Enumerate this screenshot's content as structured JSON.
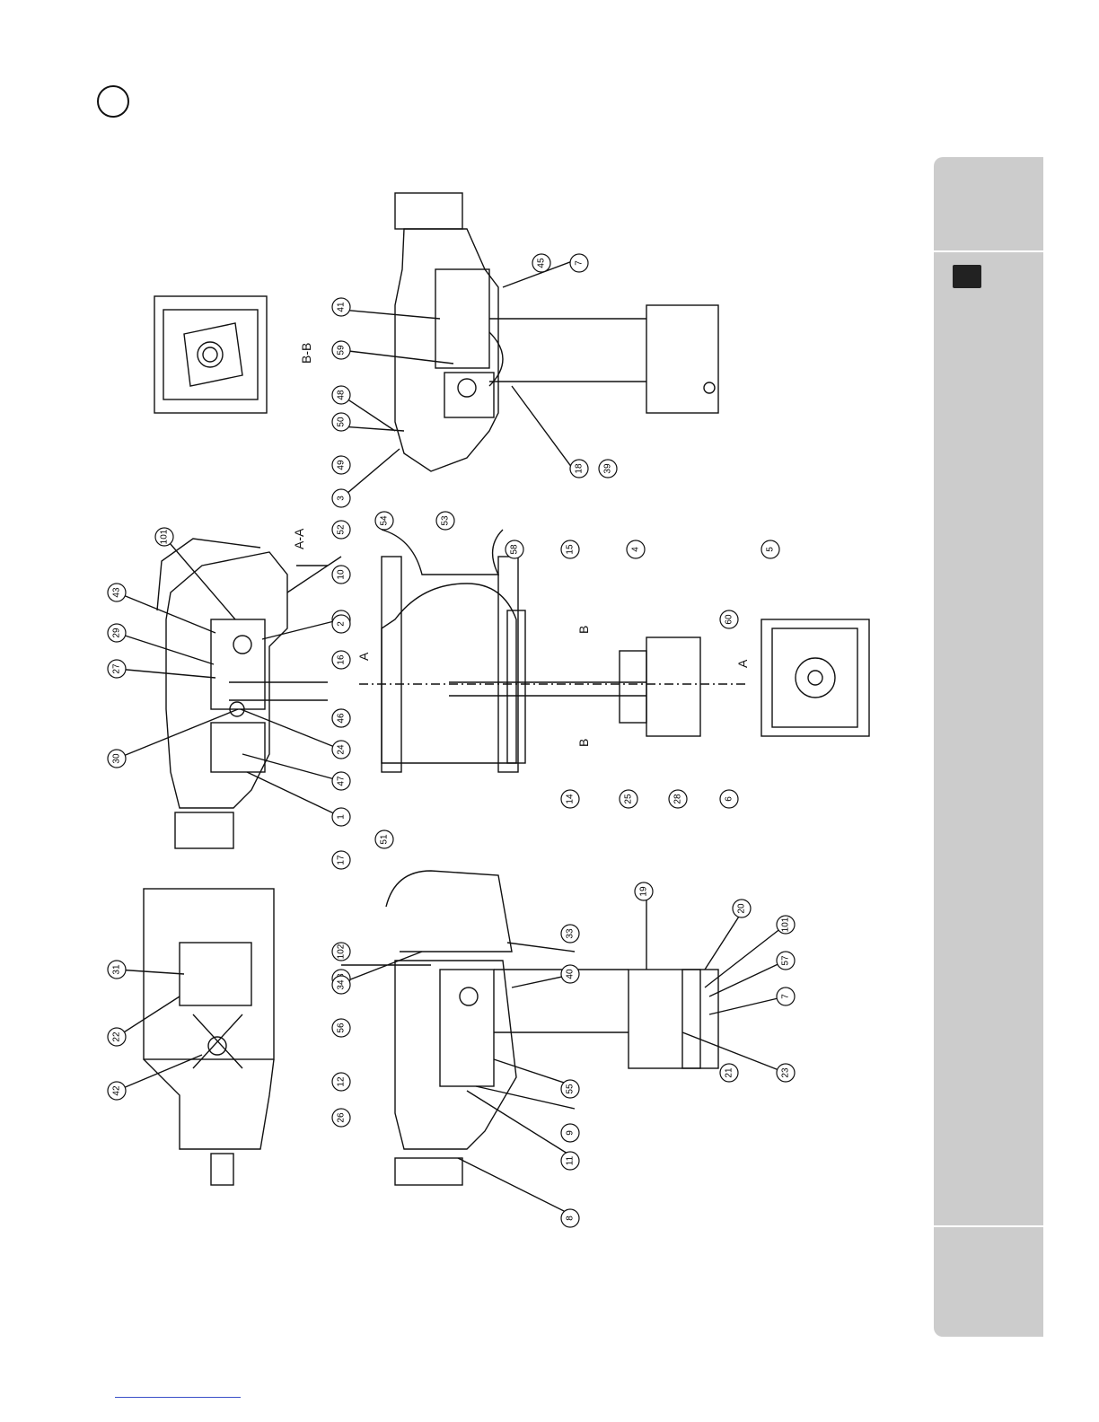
{
  "drawing": {
    "section_labels": {
      "aa": "A-A",
      "bb": "B-B",
      "a": "A",
      "b": "B"
    },
    "callouts": [
      "101",
      "43",
      "29",
      "27",
      "30",
      "10",
      "32",
      "16",
      "2",
      "45",
      "24",
      "1",
      "46",
      "47",
      "52",
      "58",
      "15",
      "14",
      "25",
      "28",
      "4",
      "6",
      "5",
      "60",
      "3",
      "49",
      "50",
      "48",
      "59",
      "41",
      "45",
      "7",
      "18",
      "39",
      "54",
      "53",
      "31",
      "22",
      "42",
      "13",
      "56",
      "12",
      "26",
      "102",
      "34",
      "33",
      "40",
      "17",
      "51",
      "55",
      "9",
      "11",
      "8",
      "19",
      "20",
      "101",
      "57",
      "7",
      "23",
      "21"
    ]
  },
  "colors": {
    "line": "#111111",
    "tab": "#cccccc",
    "marker": "#222222",
    "link": "#3a4fc8"
  }
}
